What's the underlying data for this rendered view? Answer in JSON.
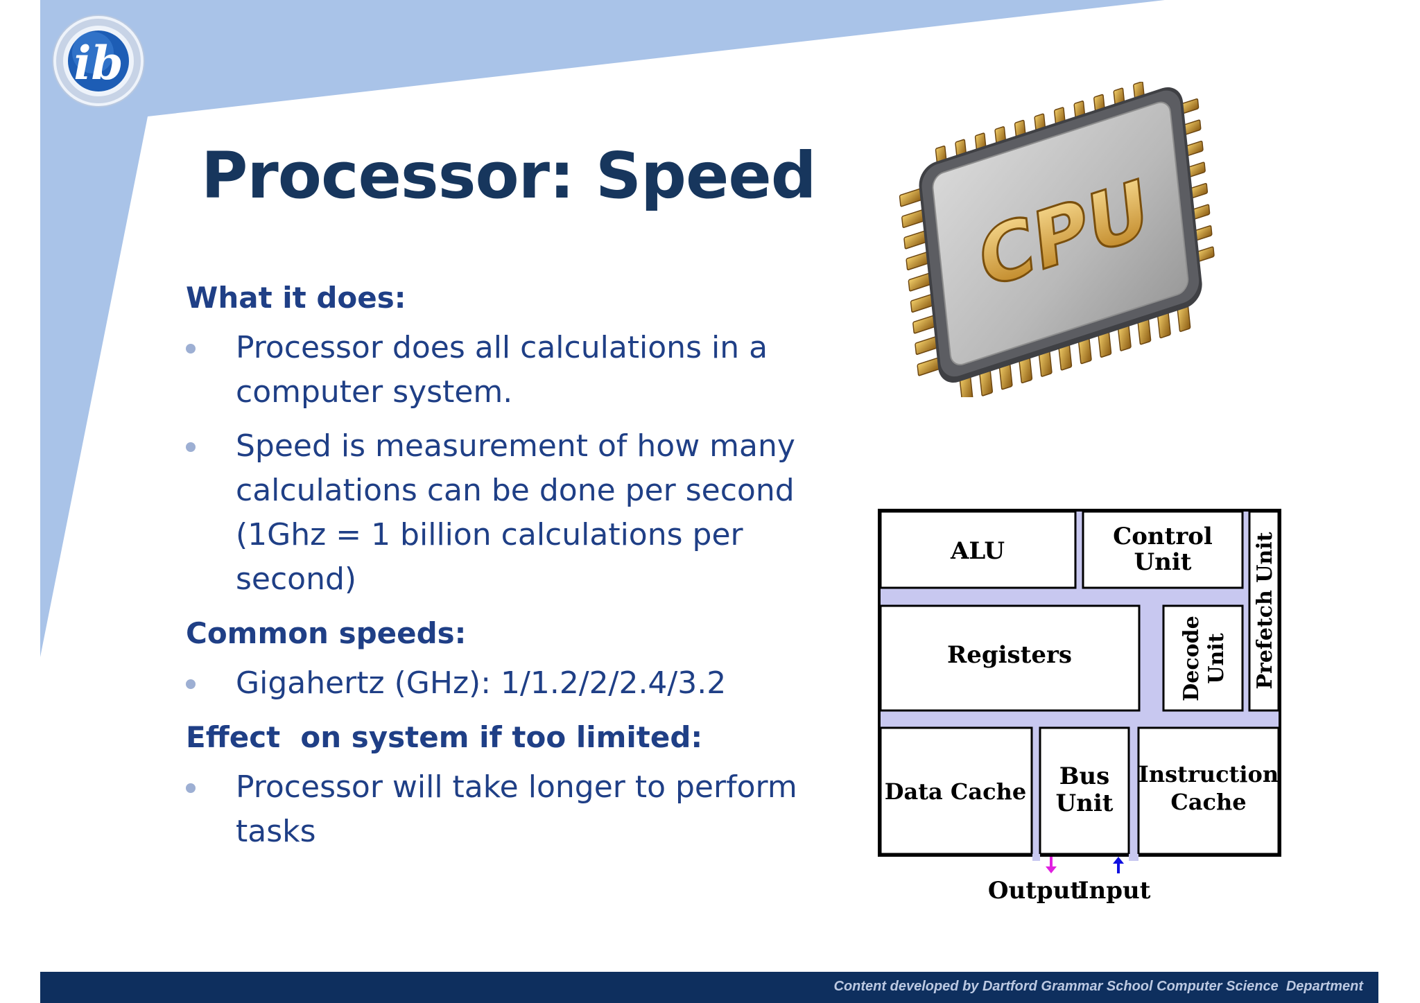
{
  "slide": {
    "title": "Processor: Speed",
    "sections": [
      {
        "heading": "What it does:",
        "bullets": [
          [
            "Processor does all calculations in a",
            "computer system."
          ],
          [
            "Speed is measurement of how many",
            "calculations can be done per second",
            "(1Ghz = 1 billion calculations per",
            "second)"
          ]
        ]
      },
      {
        "heading": "Common speeds:",
        "bullets": [
          [
            "Gigahertz (GHz): 1/1.2/2/2.4/3.2"
          ]
        ]
      },
      {
        "heading": "Effect  on system if too limited:",
        "bullets": [
          [
            "Processor will take longer to perform",
            "tasks"
          ]
        ]
      }
    ]
  },
  "cpu_image": {
    "label": "CPU"
  },
  "diagram": {
    "alu": "ALU",
    "control_unit": [
      "Control",
      "Unit"
    ],
    "prefetch_unit": "Prefetch Unit",
    "registers": "Registers",
    "decode_unit": [
      "Decode",
      "Unit"
    ],
    "data_cache": "Data Cache",
    "bus_unit": [
      "Bus",
      "Unit"
    ],
    "instruction_cache": [
      "Instruction",
      "Cache"
    ],
    "output": "Output",
    "input": "Input"
  },
  "footer": {
    "text": "Content developed by Dartford Grammar School Computer Science  Department"
  },
  "colors": {
    "title": "#17365d",
    "body_text": "#1f3f86",
    "bullet": "#9dafd3",
    "background_shape": "#a9c3e8",
    "footer_bar": "#0e2f5e",
    "diagram_bus": "#c8c8f0",
    "output_arrow": "#e020e0",
    "input_arrow": "#1010e0"
  }
}
